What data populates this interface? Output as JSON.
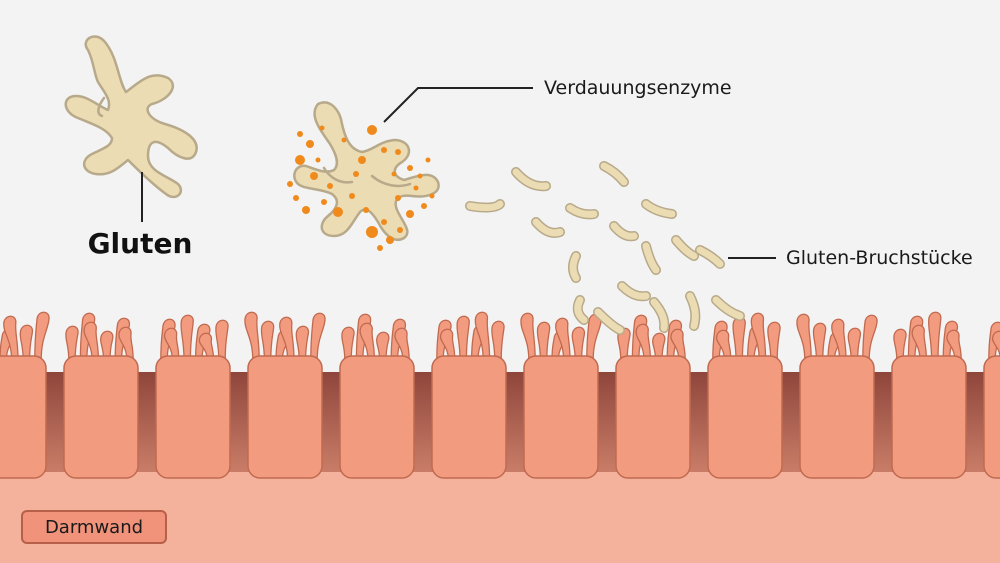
{
  "labels": {
    "gluten": "Gluten",
    "enzymes": "Verdauungsenzyme",
    "fragments": "Gluten-Bruchstücke",
    "intestinal_wall": "Darmwand"
  },
  "colors": {
    "background": "#f3f3f3",
    "gluten_fill": "#ecdcb3",
    "gluten_stroke": "#b7a98a",
    "enzyme": "#f08a1c",
    "cell_fill": "#f29b7f",
    "cell_stroke": "#c06a50",
    "cell_gap": "#a2574a",
    "wall": "#f4b19c",
    "tag_fill": "#f0937a"
  }
}
